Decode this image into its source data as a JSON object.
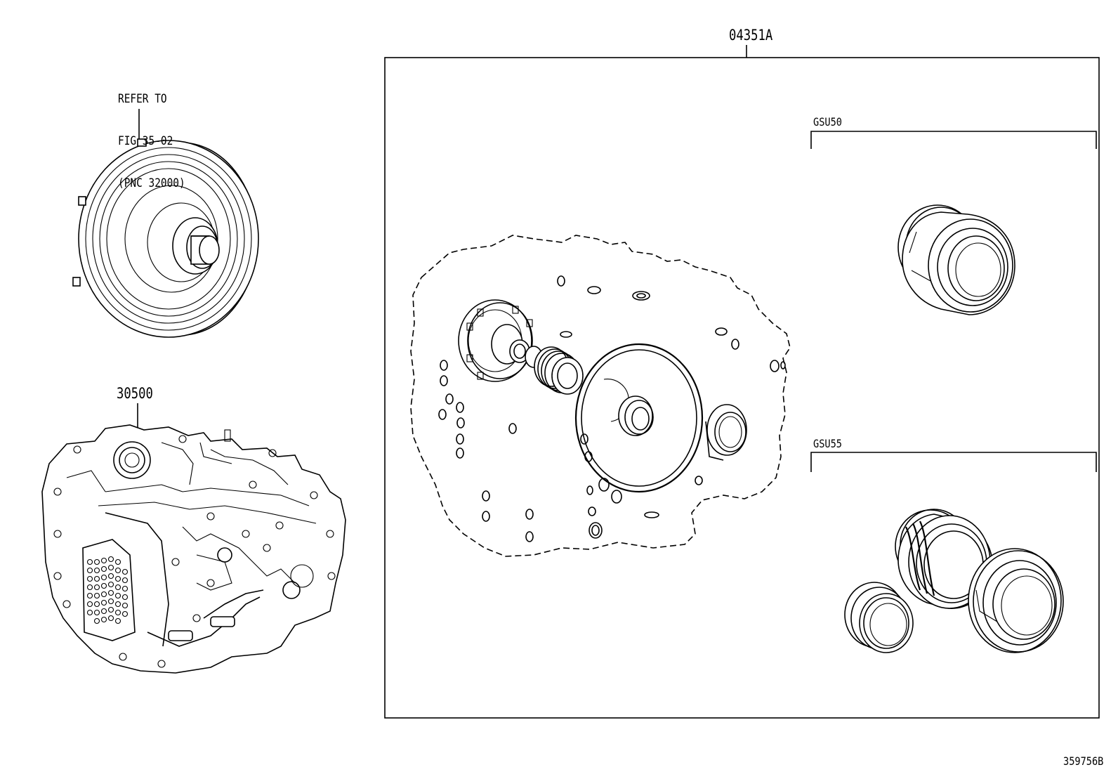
{
  "labels": {
    "kit": "04351A",
    "transaxle": "30500",
    "ref_line1": "REFER TO",
    "ref_line2": "FIG 35-02",
    "ref_line3": "(PNC 32000)",
    "group_gsu50": "GSU50",
    "group_gsu55": "GSU55",
    "diagram_id": "359756B"
  }
}
